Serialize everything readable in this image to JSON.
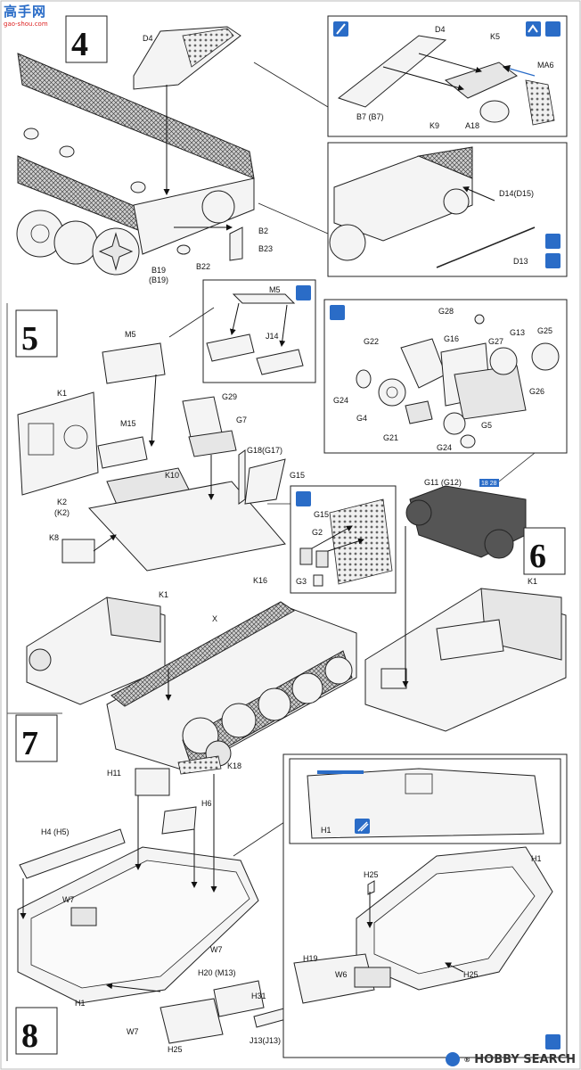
{
  "watermark_top": {
    "title": "高手网",
    "url": "gao-shou.com"
  },
  "watermark_bottom": {
    "brand": "HOBBY SEARCH",
    "reg": "®"
  },
  "steps": [
    "4",
    "5",
    "6",
    "7",
    "8"
  ],
  "step4": {
    "labels": [
      "D4",
      "B2",
      "B23",
      "B19",
      "(B19)",
      "B22"
    ],
    "callout1": [
      "D4",
      "K5",
      "MA6",
      "B7 (B7)",
      "K9",
      "A18"
    ],
    "callout2": [
      "D14(D15)",
      "D13"
    ]
  },
  "step5": {
    "labels": [
      "M5",
      "K1",
      "M15",
      "K10",
      "K2",
      "(K2)",
      "K8",
      "G29",
      "G7",
      "G18(G17)",
      "G15",
      "K16"
    ],
    "callout1": [
      "M5",
      "J14"
    ],
    "callout2": [
      "G15",
      "G2",
      "G3"
    ]
  },
  "step6": {
    "labels": [
      "G11 (G12)",
      "K1"
    ],
    "badge": "18 28",
    "callout": [
      "G28",
      "G22",
      "G16",
      "G27",
      "G13",
      "G25",
      "G24",
      "G4",
      "G26",
      "G21",
      "G5",
      "G24"
    ]
  },
  "step7": {
    "labels": [
      "K1",
      "X"
    ]
  },
  "step8": {
    "labels": [
      "H11",
      "K18",
      "H6",
      "H4 (H5)",
      "W7",
      "W7",
      "H1",
      "W7",
      "H20 (M13)",
      "H31",
      "H25",
      "J13(J13)"
    ],
    "callout": [
      "H1",
      "H25",
      "H1",
      "H19",
      "W6",
      "H25"
    ]
  }
}
